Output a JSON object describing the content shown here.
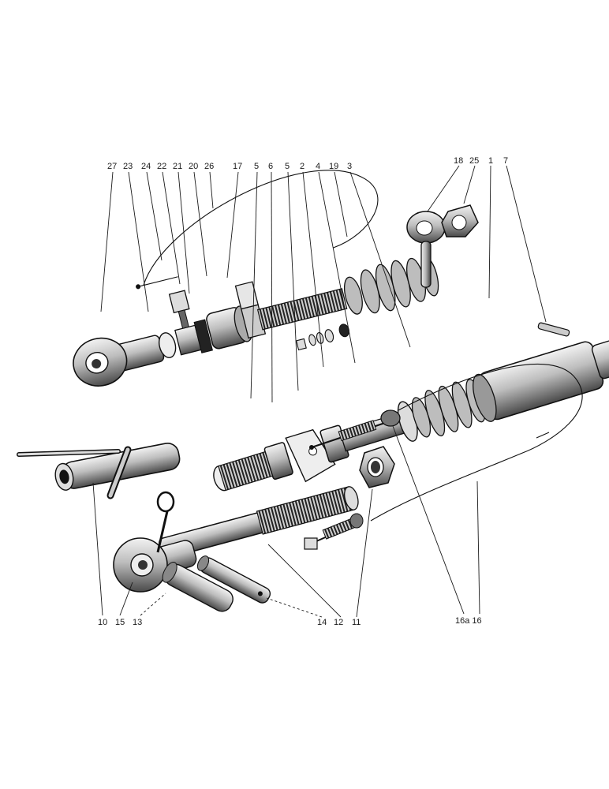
{
  "labels": {
    "l27": "27",
    "l23": "23",
    "l24": "24",
    "l22": "22",
    "l21": "21",
    "l20": "20",
    "l26": "26",
    "l17": "17",
    "l5a": "5",
    "l6": "6",
    "l5b": "5",
    "l2": "2",
    "l4": "4",
    "l19": "19",
    "l3": "3",
    "l18": "18",
    "l25": "25",
    "l1": "1",
    "l7": "7",
    "l10": "10",
    "l15": "15",
    "l13": "13",
    "l14": "14",
    "l12": "12",
    "l11": "11",
    "l16": "16a 16"
  },
  "colors": {
    "ink": "#111111",
    "paper": "#ffffff",
    "shade": "#9a9a9a",
    "dark": "#3a3a3a"
  }
}
